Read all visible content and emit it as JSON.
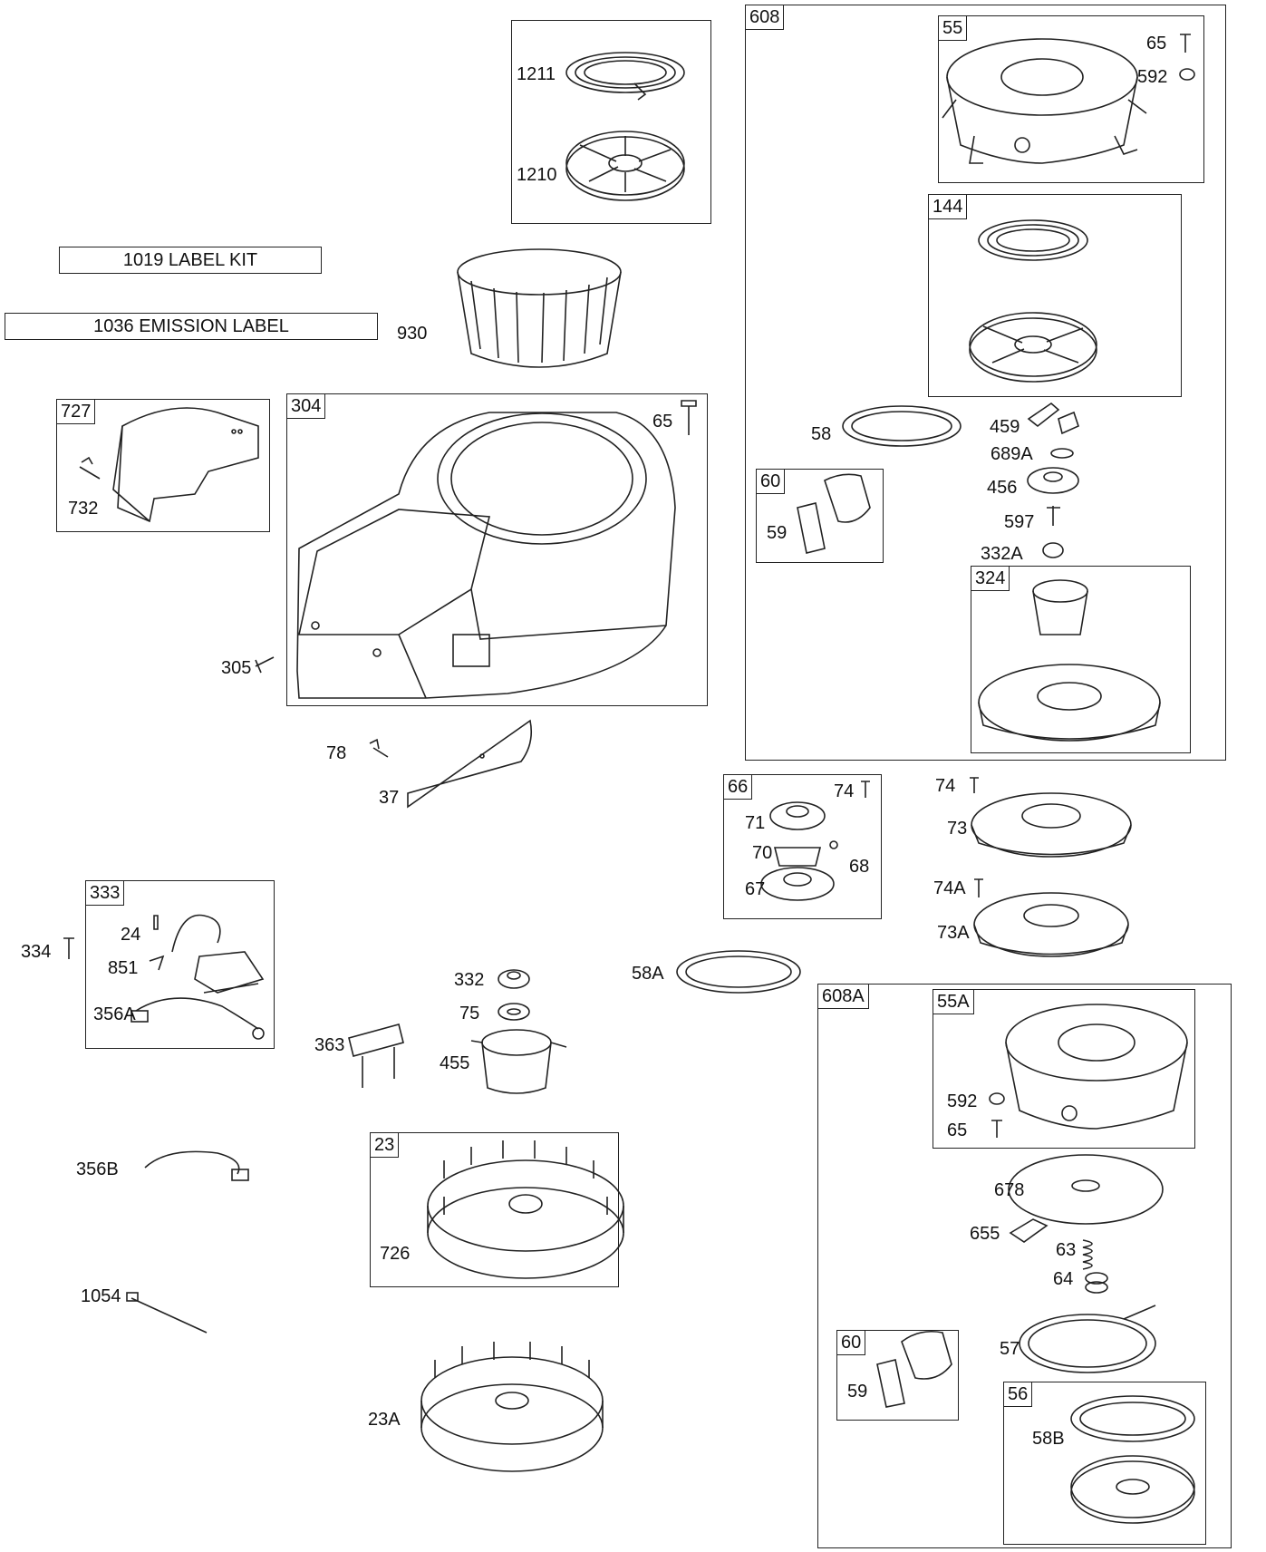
{
  "kits": {
    "label_kit": "1019 LABEL KIT",
    "emission_label": "1036 EMISSION LABEL"
  },
  "group_tags": {
    "g608": "608",
    "g55": "55",
    "g144": "144",
    "g60a": "60",
    "g324": "324",
    "g727": "727",
    "g304": "304",
    "g66": "66",
    "g333": "333",
    "g23": "23",
    "g608A": "608A",
    "g55A": "55A",
    "g60b": "60",
    "g56": "56"
  },
  "parts": {
    "p1211": "1211",
    "p1210": "1210",
    "p930": "930",
    "p65a": "65",
    "p592a": "592",
    "p58": "58",
    "p459": "459",
    "p689A": "689A",
    "p456": "456",
    "p597": "597",
    "p332A": "332A",
    "p59a": "59",
    "p65b": "65",
    "p732": "732",
    "p305": "305",
    "p78": "78",
    "p37": "37",
    "p74a": "74",
    "p71": "71",
    "p70": "70",
    "p68": "68",
    "p67": "67",
    "p74b": "74",
    "p73": "73",
    "p74A": "74A",
    "p73A": "73A",
    "p334": "334",
    "p24": "24",
    "p851": "851",
    "p356A": "356A",
    "p332": "332",
    "p75": "75",
    "p58A": "58A",
    "p363": "363",
    "p455": "455",
    "p592b": "592",
    "p65c": "65",
    "p678": "678",
    "p655": "655",
    "p63": "63",
    "p64": "64",
    "p57": "57",
    "p59b": "59",
    "p58B": "58B",
    "p356B": "356B",
    "p726": "726",
    "p1054": "1054",
    "p23A": "23A"
  }
}
